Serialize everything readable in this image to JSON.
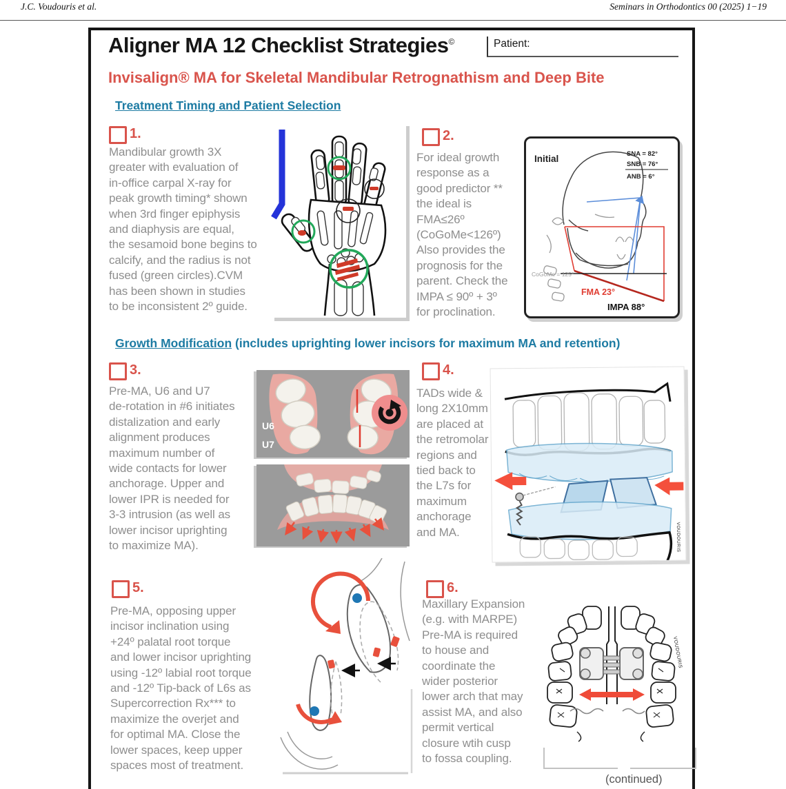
{
  "page_header": {
    "authors": "J.C. Voudouris et al.",
    "journal": "Seminars in Orthodontics 00 (2025) 1−19"
  },
  "checklist": {
    "title": "Aligner MA 12 Checklist Strategies",
    "title_mark": "©",
    "patient_label": "Patient:",
    "subtitle": "Invisalign® MA for Skeletal Mandibular Retrognathism and Deep Bite",
    "sections": [
      {
        "heading": "Treatment Timing and Patient Selection",
        "suffix": ""
      },
      {
        "heading": "Growth Modification",
        "suffix": " (includes uprighting lower incisors for maximum MA and retention)"
      }
    ],
    "items": [
      {
        "number": "1.",
        "text": "Mandibular growth 3X\ngreater with evaluation of\nin-office carpal X-ray for\npeak growth timing* shown\nwhen 3rd finger epiphysis\nand diaphysis are equal,\nthe sesamoid bone begins to\ncalcify, and the radius is not\nfused (green circles).CVM\nhas been shown in studies\nto be inconsistent 2º guide."
      },
      {
        "number": "2.",
        "text": "For ideal growth\nresponse as a\ngood predictor **\nthe ideal is\nFMA≤26º\n(CoGoMe<126º)\nAlso provides the\nprognosis for the\nparent. Check the\nIMPA ≤ 90º + 3º\nfor proclination."
      },
      {
        "number": "3.",
        "text": "Pre-MA, U6 and U7\nde-rotation in #6 initiates\ndistalization and early\nalignment produces\nmaximum number of\nwide contacts for lower\nanchorage.  Upper and\nlower IPR is needed for\n3-3 intrusion (as well as\nlower incisor uprighting\nto maximize MA)."
      },
      {
        "number": "4.",
        "text": "TADs wide &\nlong 2X10mm\nare placed at\nthe retromolar\nregions and\ntied back to\nthe L7s for\nmaximum\nanchorage\nand MA."
      },
      {
        "number": "5.",
        "text": "Pre-MA, opposing upper\nincisor inclination using\n+24º palatal root torque\nand lower incisor uprighting\nusing -12º labial root torque\nand -12º Tip-back of L6s as\nSupercorrection Rx*** to\nmaximize the overjet and\nfor optimal MA. Close the\nlower spaces, keep upper\nspaces most of treatment."
      },
      {
        "number": "6.",
        "text": "Maxillary Expansion\n(e.g. with MARPE)\nPre-MA is required\nto house and\ncoordinate the\nwider posterior\nlower arch that may\nassist MA, and also\npermit  vertical\nclosure wtih cusp\nto fossa coupling."
      }
    ],
    "ceph": {
      "initial": "Initial",
      "sna": "SNA = 82°",
      "snb": "SNB = 76°",
      "anb": "ANB = 6°",
      "cogome": "CoGoMe = 125°",
      "fma": "FMA 23°",
      "impa": "IMPA 88°"
    },
    "figure3": {
      "u6": "U6",
      "u7": "U7"
    },
    "watermark": "VOUDOURIS",
    "continued": "(continued)"
  },
  "icons": {
    "rotation": "counterclockwise-rotation-icon",
    "checkbox": "empty-checkbox"
  },
  "colors": {
    "accent_red": "#d9534b",
    "teal_heading": "#1d7ba3",
    "body_gray": "#8e8e8e",
    "panel_gray": "#9b9b9b",
    "green_circle": "#22a85a",
    "blue_bracket": "#2433d9",
    "arrow_red": "#f0503c"
  }
}
